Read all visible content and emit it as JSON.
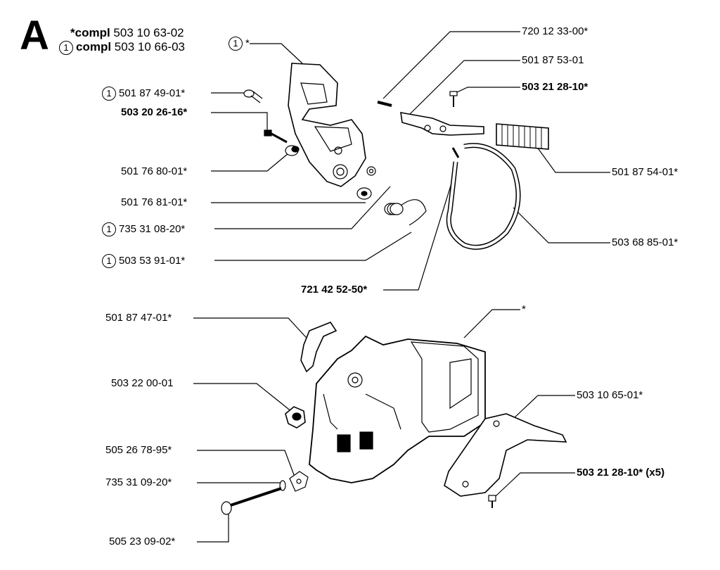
{
  "header": {
    "letter": "A",
    "compl1_prefix": "*compl",
    "compl1_number": "503 10 63-02",
    "compl2_marker": "1",
    "compl2_prefix": "compl",
    "compl2_number": "503 10 66-03"
  },
  "labels": {
    "top_cover_marker": "1",
    "top_cover_mark": "*",
    "p_501874901": "501 87 49-01*",
    "p_503202616": "503 20 26-16*",
    "p_501768001": "501 76 80-01*",
    "p_501768101": "501 76 81-01*",
    "p_735310820": "735 31 08-20*",
    "p_503539101": "503 53 91-01*",
    "p_721425250": "721 42 52-50*",
    "p_720123300": "720 12 33-00*",
    "p_501875301": "501 87 53-01",
    "p_503212810": "503 21 28-10*",
    "p_501875401": "501 87 54-01*",
    "p_503688501": "503 68 85-01*",
    "p_501874701": "501 87 47-01*",
    "p_star": "*",
    "p_503220001": "503 22 00-01",
    "p_503106501": "503 10 65-01*",
    "p_505267895": "505 26 78-95*",
    "p_735310920": "735 31 09-20*",
    "p_503212810x5": "503 21 28-10* (x5)",
    "p_505230902": "505 23 09-02*",
    "circle_marker": "1"
  }
}
